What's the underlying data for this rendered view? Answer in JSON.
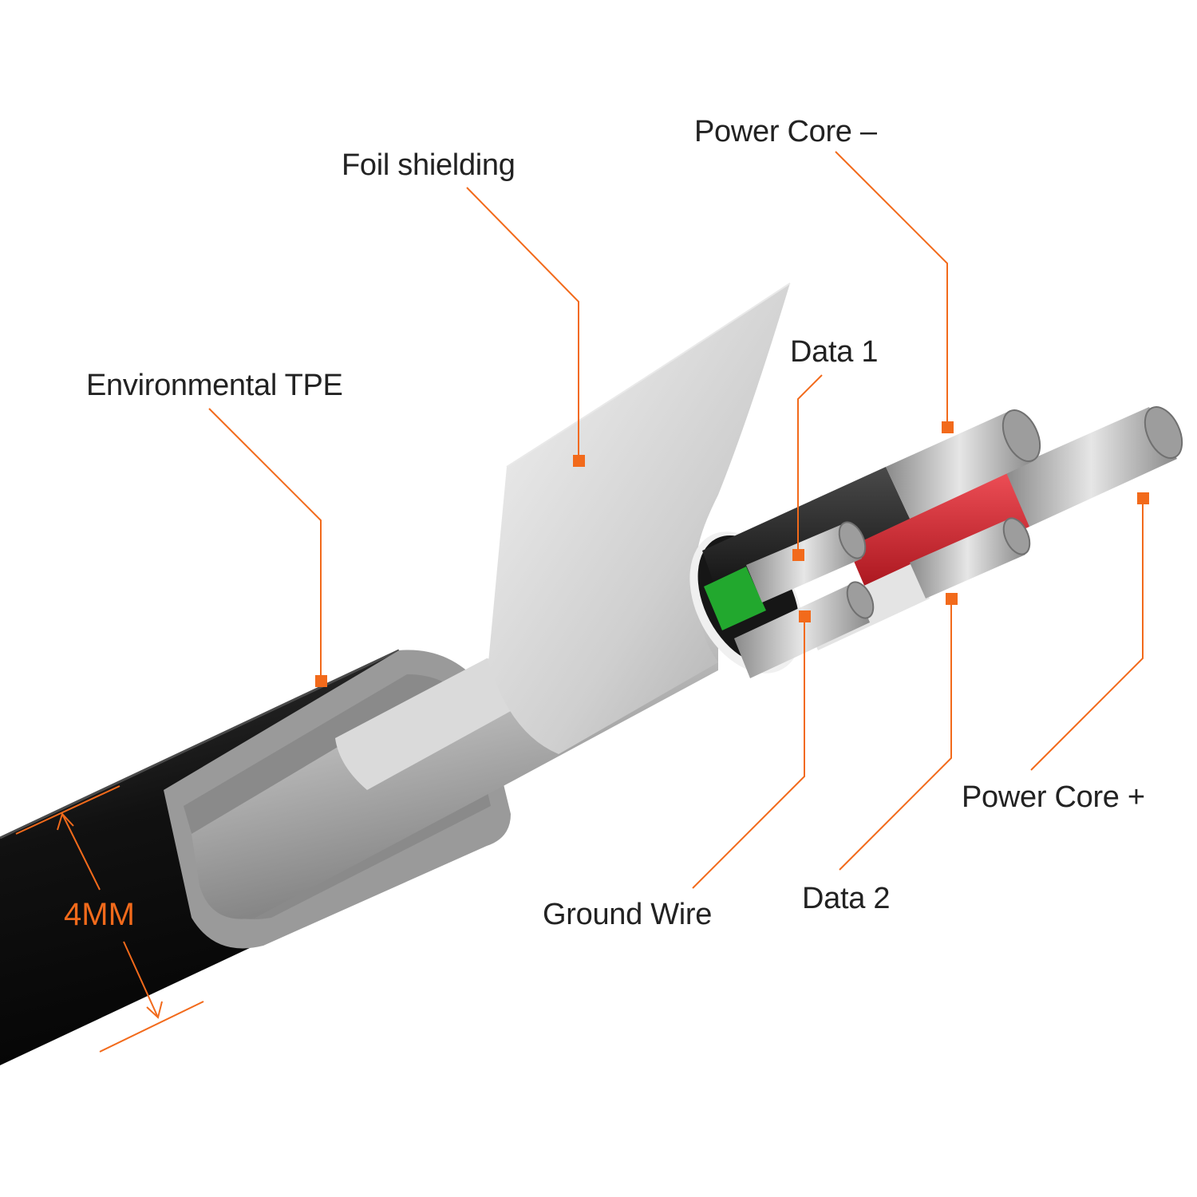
{
  "labels": {
    "foil_shielding": "Foil shielding",
    "power_core_minus": "Power Core –",
    "data_1": "Data 1",
    "environmental_tpe": "Environmental TPE",
    "power_core_plus": "Power Core +",
    "ground_wire": "Ground Wire",
    "data_2": "Data 2",
    "diameter": "4MM"
  },
  "colors": {
    "accent": "#f26a1b",
    "jacket": "#141414",
    "foil": "#c9c9c9",
    "core_black": "#1c1c1c",
    "core_red": "#d8222a",
    "core_green": "#22a82e",
    "core_white": "#e6e6e6",
    "strand": "#b5b5b5"
  }
}
